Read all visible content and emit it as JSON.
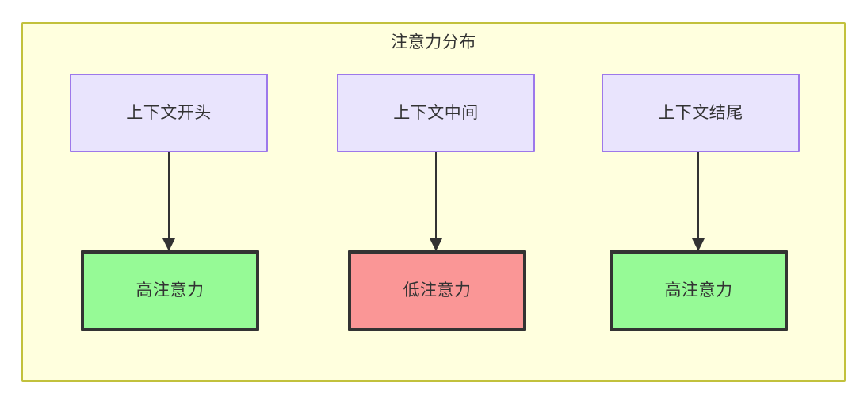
{
  "diagram": {
    "type": "flowchart",
    "title": "注意力分布",
    "container": {
      "label": "注意力分布",
      "fill_color": "#ffffde",
      "border_color": "#c2c13c"
    },
    "nodes": [
      {
        "id": "context-start",
        "label": "上下文开头",
        "row": "top",
        "column": 1,
        "fill_color": "#e9e4fd",
        "border_color": "#9d78ea",
        "text_color": "#333333"
      },
      {
        "id": "context-mid",
        "label": "上下文中间",
        "row": "top",
        "column": 2,
        "fill_color": "#e9e4fd",
        "border_color": "#9d78ea",
        "text_color": "#333333"
      },
      {
        "id": "context-end",
        "label": "上下文结尾",
        "row": "top",
        "column": 3,
        "fill_color": "#e9e4fd",
        "border_color": "#9d78ea",
        "text_color": "#333333"
      },
      {
        "id": "high-start",
        "label": "高注意力",
        "row": "bottom",
        "column": 1,
        "fill_color": "#96fa96",
        "border_color": "#333333",
        "text_color": "#333333"
      },
      {
        "id": "low-mid",
        "label": "低注意力",
        "row": "bottom",
        "column": 2,
        "fill_color": "#fa9696",
        "border_color": "#333333",
        "text_color": "#333333"
      },
      {
        "id": "high-end",
        "label": "高注意力",
        "row": "bottom",
        "column": 3,
        "fill_color": "#96fa96",
        "border_color": "#333333",
        "text_color": "#333333"
      }
    ],
    "edges": [
      {
        "id": "edge-1",
        "from": "context-start",
        "to": "high-start",
        "label": "",
        "arrowhead": "solid-triangle"
      },
      {
        "id": "edge-2",
        "from": "context-mid",
        "to": "low-mid",
        "label": "",
        "arrowhead": "solid-triangle"
      },
      {
        "id": "edge-3",
        "from": "context-end",
        "to": "high-end",
        "label": "",
        "arrowhead": "solid-triangle"
      }
    ]
  }
}
